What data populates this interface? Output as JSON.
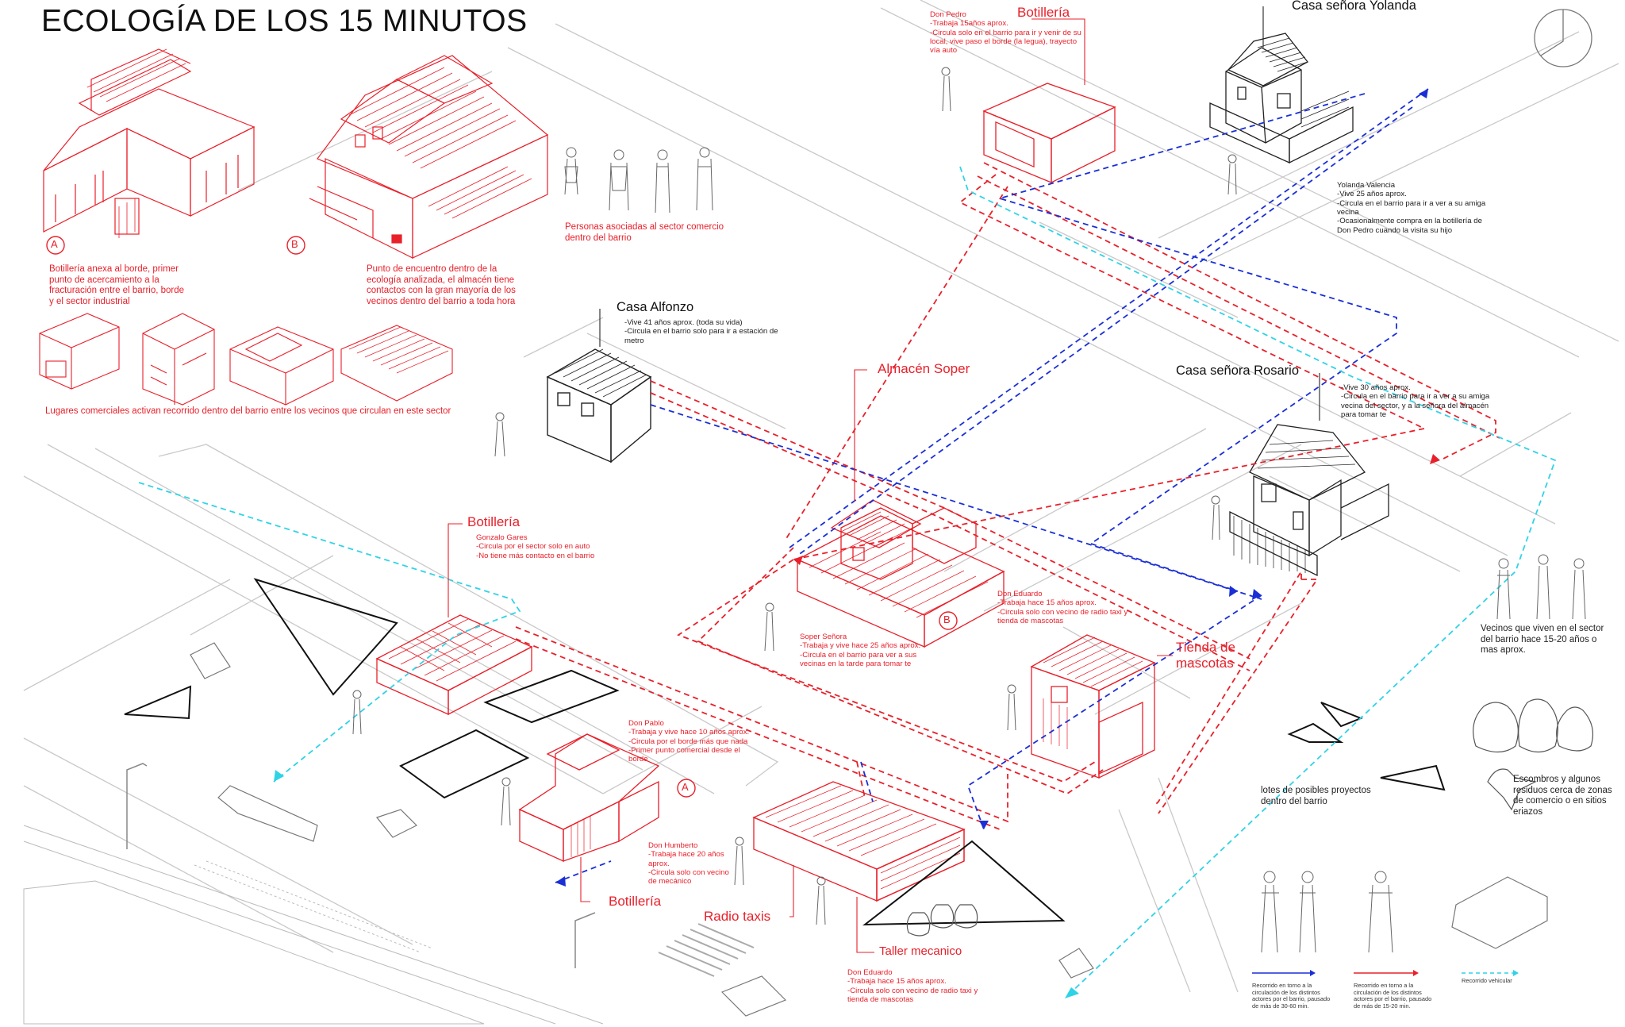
{
  "title": "ECOLOGÍA DE LOS 15 MINUTOS",
  "labels": {
    "botilleria_top": "Botillería",
    "botilleria_mid": "Botillería",
    "botilleria_bottom": "Botillería",
    "almacen_soper": "Almacén Soper",
    "tienda_mascotas": "Tienda de\nmascotas",
    "radio_taxis": "Radio taxis",
    "taller_mecanico": "Taller mecanico",
    "casa_yolanda": "Casa señora Yolanda",
    "casa_alfonzo": "Casa Alfonzo",
    "casa_rosario": "Casa señora Rosario",
    "marker_a": "A",
    "marker_b": "B"
  },
  "notes": {
    "don_pedro": "Don Pedro\n-Trabaja 15años aprox.\n-Circula solo en el barrio para ir y venir de su\nlocal, vive paso el borde (la legua), trayecto\nvía auto",
    "yolanda": "Yolanda Valencia\n-Vive 25 años aprox.\n-Circula en el barrio para ir a ver a su amiga\nvecina\n-Ocasionalmente compra en la botillería de\nDon Pedro cuando la visita su hijo",
    "alfonzo": "-Vive 41 años aprox. (toda su vida)\n-Circula en el barrio solo para ir a estación de\nmetro",
    "rosario": "-Vive 30 años aprox.\n-Circula en el barrio para ir a ver a su amiga\nvecina del sector, y a la señora del almacén\npara tomar te",
    "gonzalo": "Gonzalo Gares\n-Circula por el sector solo en auto\n-No tiene más contacto en el barrio",
    "soper": "Soper Señora\n-Trabaja y vive hace 25 años aprox.\n-Circula en el barrio para ver a sus\nvecinas en la tarde para tomar te",
    "don_eduardo_mid": "Don Eduardo\n-Trabaja hace 15 años aprox.\n-Circula solo con vecino de radio taxi y\ntienda de mascotas",
    "don_pablo": "Don Pablo\n-Trabaja y vive hace 10 años aprox.\n-Circula por el borde más que nada\n-Primer punto comercial desde el\nborde",
    "don_humberto": "Don Humberto\n-Trabaja hace 20 años\naprox.\n-Circula solo con vecino\nde mecánico",
    "don_eduardo_bottom": "Don Eduardo\n-Trabaja hace 15 años aprox.\n-Circula solo con vecino de radio taxi y\ntienda de mascotas"
  },
  "captions": {
    "a": "Botillería anexa al borde, primer\npunto de acercamiento a la\nfracturación entre el barrio, borde\ny el sector industrial",
    "b": "Punto de encuentro dentro de la\necología analizada, el almacén tiene\ncontactos con la gran mayoría de los\nvecinos dentro del barrio a toda hora",
    "personas": "Personas asociadas al sector comercio\ndentro del barrio",
    "lugares": "Lugares comerciales activan recorrido dentro del barrio entre los vecinos que circulan en este sector",
    "vecinos": "Vecinos que viven en el sector\ndel barrio hace 15-20 años o\nmas  aprox.",
    "lotes": "lotes de posibles proyectos\ndentro del barrio",
    "escombros": "Escombros y algunos\nresiduos cerca de zonas\nde comercio o en sitios\neriazos"
  },
  "legend": {
    "blue": "Recorrido en torno a la\ncirculación de los distintos\nactores por el barrio, pausado\nde más de 30-60 min.",
    "red": "Recorrido en torno a la\ncirculación de los distintos\nactores por el barrio, pausado\nde más de 15-20 min.",
    "cyan": "Recorrido vehicular"
  },
  "colors": {
    "red": "#e8202a",
    "blue": "#1a2fd6",
    "cyan": "#2fd3e6",
    "line": "#222222",
    "street": "#c9c9c9"
  }
}
